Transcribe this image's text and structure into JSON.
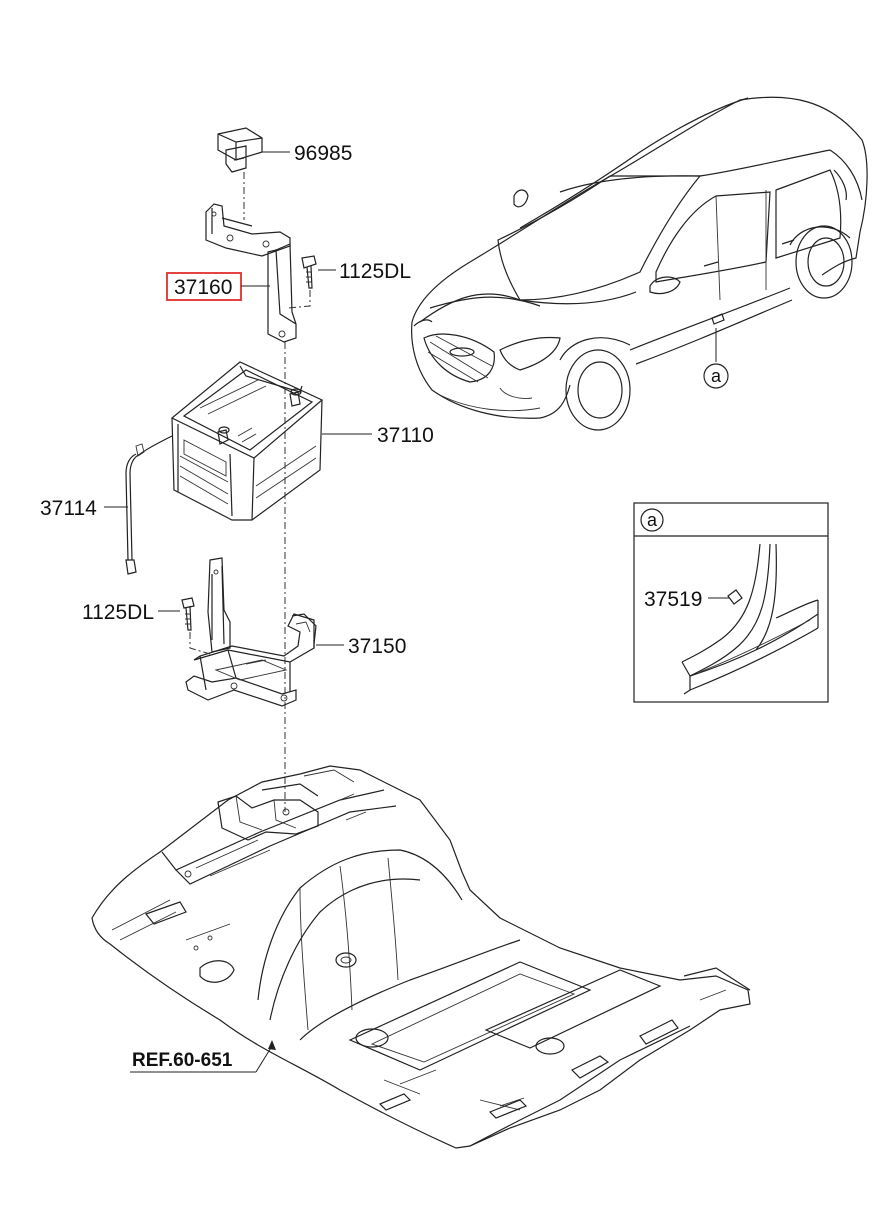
{
  "parts": [
    {
      "number": "96985",
      "callout_id": "p96985"
    },
    {
      "number": "1125DL",
      "callout_id": "p1125dl_top"
    },
    {
      "number": "37160",
      "callout_id": "p37160",
      "highlighted": true
    },
    {
      "number": "37110",
      "callout_id": "p37110"
    },
    {
      "number": "37114",
      "callout_id": "p37114"
    },
    {
      "number": "1125DL",
      "callout_id": "p1125dl_bottom"
    },
    {
      "number": "37150",
      "callout_id": "p37150"
    }
  ],
  "detail_view": {
    "marker": "a",
    "part": "37519"
  },
  "vehicle_marker": "a",
  "reference": "REF.60-651",
  "colors": {
    "line": "#222222",
    "highlight": "#e0302a",
    "background": "#ffffff"
  }
}
